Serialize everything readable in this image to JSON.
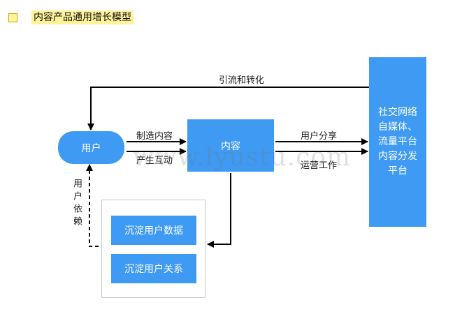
{
  "title": "内容产品通用增长模型",
  "nodes": {
    "user": "用户",
    "content": "内容",
    "platform_lines": [
      "社交网络",
      "自媒体、",
      "流量平台",
      "内容分发",
      "平台"
    ],
    "data": "沉淀用户数据",
    "relation": "沉淀用户关系"
  },
  "edges": {
    "traffic_conversion": "引流和转化",
    "create_content": "制造内容",
    "interaction": "产生互动",
    "user_share": "用户分享",
    "operations": "运营工作",
    "user_dependence": "用户依赖"
  },
  "watermark": "www.lyustu.com",
  "colors": {
    "node_blue": "#3e9af2",
    "title_highlight": "#fff39a"
  }
}
